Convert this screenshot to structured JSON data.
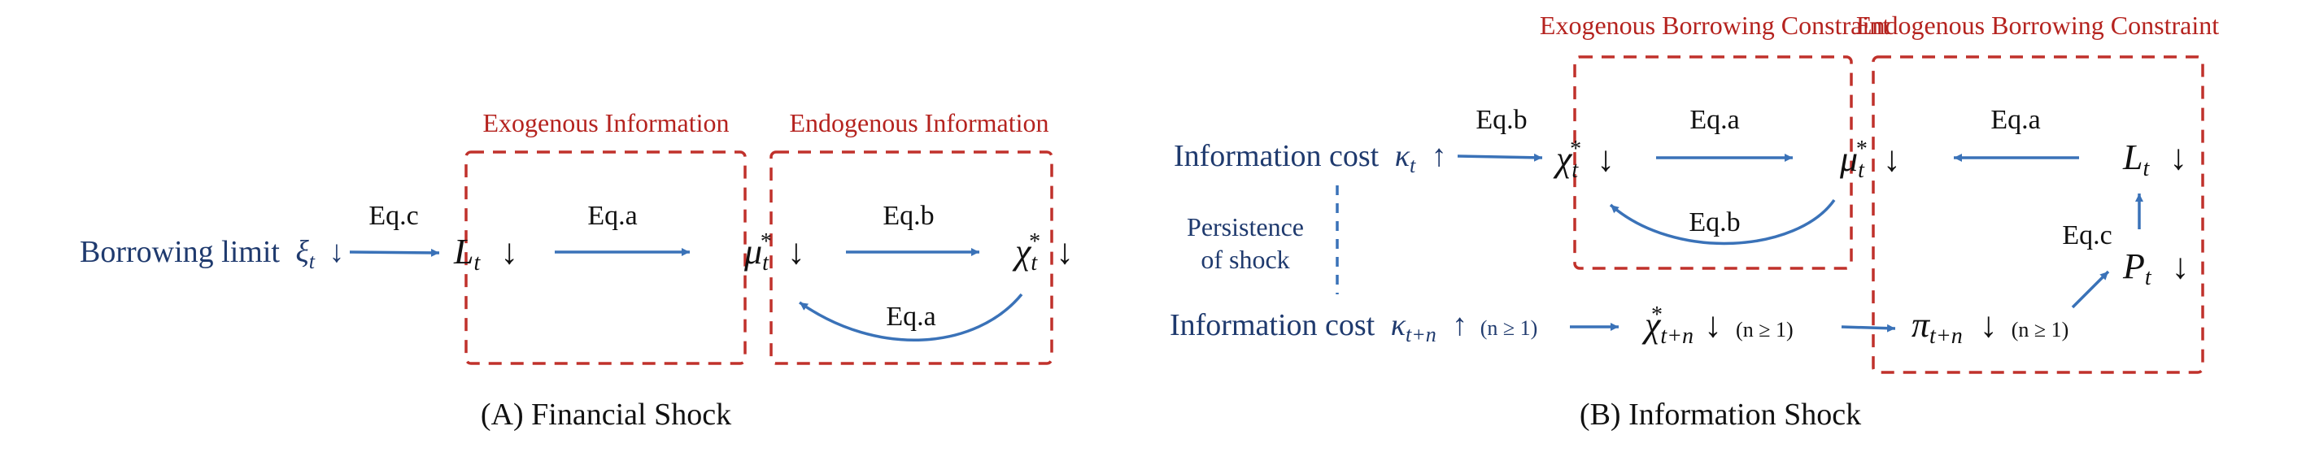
{
  "panel_a": {
    "caption": "(A) Financial Shock",
    "exogenous_label": "Exogenous Information",
    "endogenous_label": "Endogenous Information",
    "borrowing_limit_text": "Borrowing limit",
    "xi": "ξ",
    "sub_t": "t",
    "down": "↓",
    "L": "L",
    "mu": "μ",
    "chi": "χ",
    "star": "*",
    "eq_c": "Eq.c",
    "eq_a": "Eq.a",
    "eq_b": "Eq.b",
    "eq_a_back": "Eq.a"
  },
  "panel_b": {
    "caption": "(B) Information Shock",
    "exogenous_label": "Exogenous Borrowing Constraint",
    "endogenous_label": "Endogenous Borrowing Constraint",
    "info_cost_text": "Information cost",
    "kappa": "κ",
    "sub_t": "t",
    "sub_tn": "t+n",
    "up": "↑",
    "down": "↓",
    "n_ge_1": "(n ≥ 1)",
    "chi": "χ",
    "mu": "μ",
    "L": "L",
    "P": "P",
    "pi": "π",
    "star": "*",
    "persistence_line1": "Persistence",
    "persistence_line2": "of shock",
    "eq_b_top": "Eq.b",
    "eq_a_mid": "Eq.a",
    "eq_b_back": "Eq.b",
    "eq_a_right": "Eq.a",
    "eq_c": "Eq.c"
  },
  "colors": {
    "navy": "#1f3a6e",
    "red": "#b5231f",
    "arrow_blue": "#3a72b8",
    "text": "#111111"
  }
}
